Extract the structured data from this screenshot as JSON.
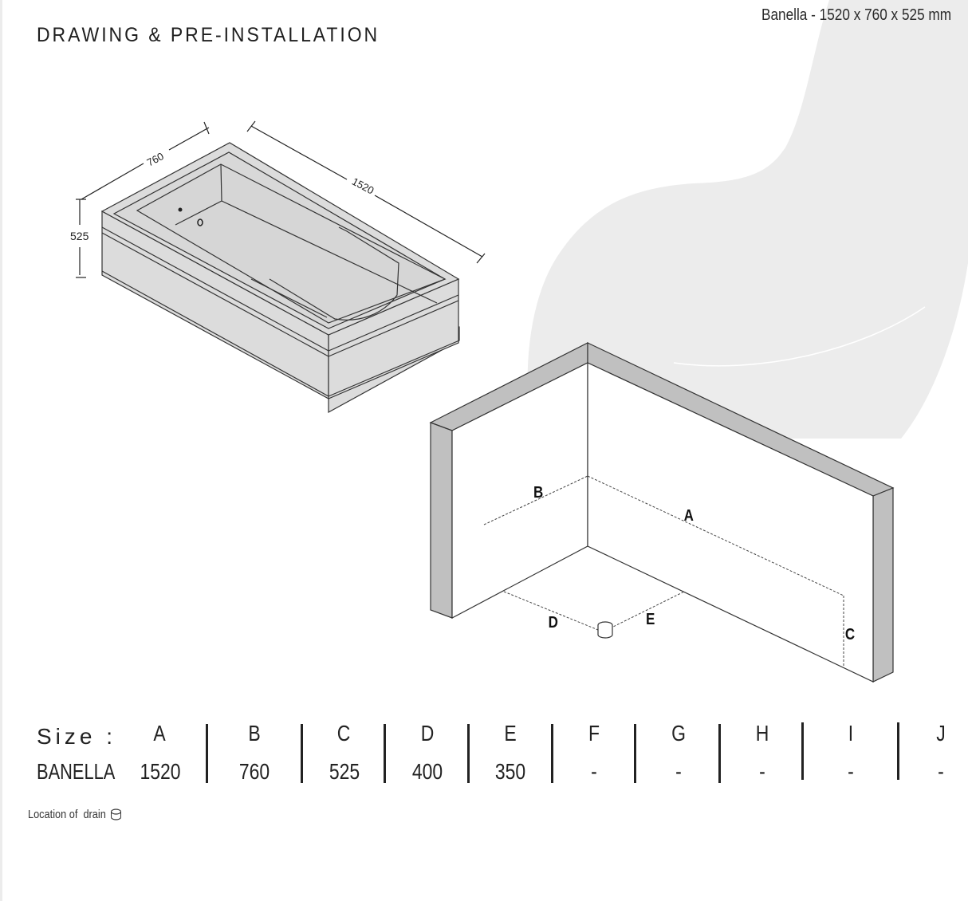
{
  "header": {
    "title": "DRAWING & PRE-INSTALLATION",
    "product_spec": "Banella - 1520 x 760 x 525 mm"
  },
  "bathtub_drawing": {
    "dimension_width": "760",
    "dimension_length": "1520",
    "dimension_height": "525"
  },
  "installation_drawing": {
    "labels": [
      "A",
      "B",
      "C",
      "D",
      "E"
    ],
    "drain_icon": "drain-cylinder-icon"
  },
  "size_table": {
    "row_header_label": "Size :",
    "row_model_label": "BANELLA",
    "columns": [
      {
        "key": "A",
        "value": "1520"
      },
      {
        "key": "B",
        "value": "760"
      },
      {
        "key": "C",
        "value": "525"
      },
      {
        "key": "D",
        "value": "400"
      },
      {
        "key": "E",
        "value": "350"
      },
      {
        "key": "F",
        "value": "-"
      },
      {
        "key": "G",
        "value": "-"
      },
      {
        "key": "H",
        "value": "-"
      },
      {
        "key": "I",
        "value": "-"
      },
      {
        "key": "J",
        "value": "-"
      }
    ]
  },
  "legend": {
    "text": "Location of  drain",
    "icon": "drain-cylinder-icon"
  },
  "colors": {
    "background_shape": "#ececec",
    "wall_edge": "#c0c0c0",
    "tub_fill": "#dcdcdc",
    "text": "#1e1e1e"
  }
}
